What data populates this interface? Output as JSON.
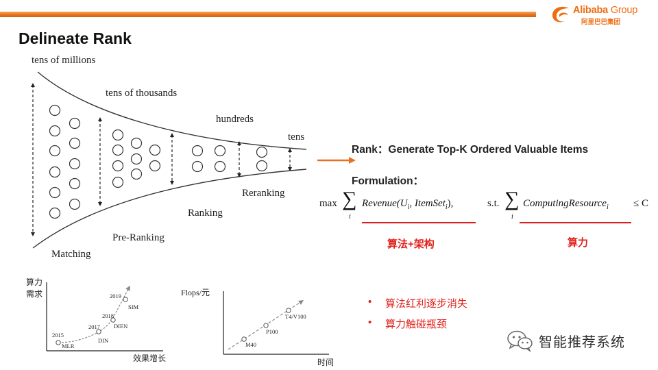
{
  "header": {
    "logo_brand": "Alibaba",
    "logo_group": "Group",
    "logo_sub": "阿里巴巴集团",
    "accent": "#e8711f"
  },
  "title": "Delineate Rank",
  "funnel": {
    "labels": [
      "tens of millions",
      "tens of thousands",
      "hundreds",
      "tens"
    ],
    "stages": [
      "Matching",
      "Pre-Ranking",
      "Ranking",
      "Reranking"
    ]
  },
  "chart_left": {
    "ylabel_line1": "算力",
    "ylabel_line2": "需求",
    "xlabel": "效果增长",
    "points": [
      {
        "year": "2015",
        "model": "MLR"
      },
      {
        "year": "2017",
        "model": "DIN"
      },
      {
        "year": "2018",
        "model": "DIEN"
      },
      {
        "year": "2019",
        "model": "SIM"
      }
    ]
  },
  "chart_right": {
    "ylabel": "Flops/元",
    "xlabel": "时间",
    "points": [
      "M40",
      "P100",
      "T4/V100"
    ]
  },
  "rank_text": "Rank：Generate Top-K Ordered Valuable Items",
  "formulation_label": "Formulation：",
  "formula": {
    "max": "max",
    "sub_i": "i",
    "revenue": "Revenue(U",
    "revenue_sub": "i",
    "revenue_mid": ", ItemSet",
    "revenue_end": "),",
    "st": "s.t.",
    "computing": "ComputingResource",
    "computing_sub": "i",
    "leq": "≤ C"
  },
  "red_labels": {
    "left": "算法+架构",
    "right": "算力"
  },
  "bullets": [
    "算法红利逐步消失",
    "算力触碰瓶颈"
  ],
  "bullet_glyph": "•",
  "watermark": "智能推荐系统",
  "colors": {
    "red": "#e0201b",
    "orange": "#e8711f"
  }
}
